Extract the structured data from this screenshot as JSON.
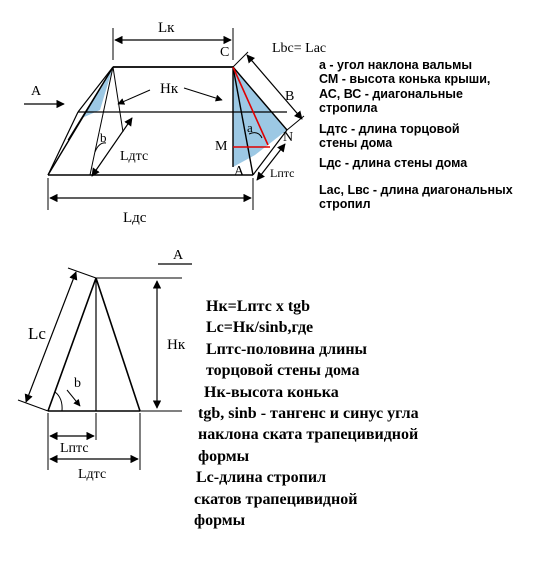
{
  "top_diagram": {
    "labels": {
      "lk": "Lк",
      "hk": "Нк",
      "lbc_eq": "Lbc= Lac",
      "c": "C",
      "b_point": "B",
      "m": "M",
      "n": "N",
      "a_point": "A",
      "a_arrow": "A",
      "a_angle": "a",
      "b_angle": "b",
      "ldtc": "Lдтс",
      "lptc": "Lптс",
      "ldc": "Lдс"
    },
    "legend": [
      "а -   угол наклона вальмы",
      "СМ - высота конька крыши,",
      "АС, ВС - диагональные",
      "стропила",
      "Lдтс - длина торцовой",
      "стены дома",
      "Lдс - длина  стены дома",
      "Lac, Lвс - длина диагональных",
      "стропил"
    ],
    "colors": {
      "fill": "#9cc8e4",
      "red": "#e00000"
    }
  },
  "bottom_diagram": {
    "labels": {
      "a_marker": "A",
      "lc": "Lc",
      "hk": "Нк",
      "b_angle": "b",
      "lptc": "Lптс",
      "ldtc": "Lдтс"
    },
    "legend": [
      "Нк=Lптс х tgb",
      "Lc=Нк/sinb,где",
      "Lптс-половина длины",
      "торцовой стены дома",
      "Нк-высота конька",
      "tgb, sinb - тангенс  и синус угла",
      "наклона ската трапецивидной",
      "формы",
      "Lc-длина стропил",
      "скатов трапецивидной",
      "формы"
    ]
  }
}
